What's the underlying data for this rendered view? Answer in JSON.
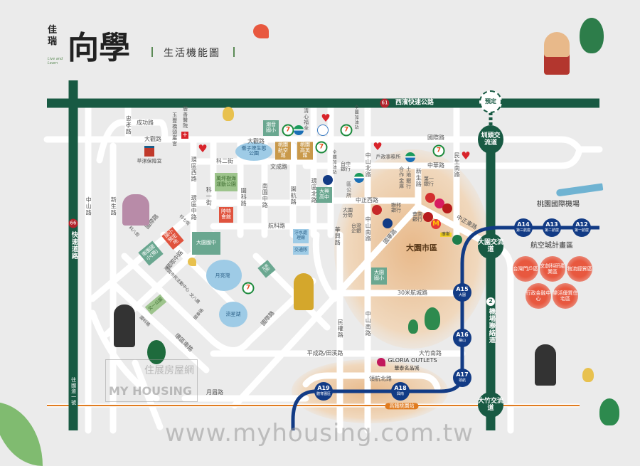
{
  "header": {
    "brand_small": "佳瑞",
    "brand_large": "向學",
    "brand_en": "Live and Learn",
    "subtitle": "生活機能圖"
  },
  "highways": {
    "west_coast": "西濱快速公路",
    "west_coast_no": "61",
    "expressway": "快速道路",
    "expressway_no": "66",
    "to_national": "往國道一號",
    "airport_link": "機場聯絡道",
    "airport_link_no": "2",
    "planned": "預定"
  },
  "interchanges": {
    "zhentou": "圳頭交流道",
    "dayuan": "大園交流道",
    "dazhu": "大竹交流道"
  },
  "mrt": [
    {
      "code": "A12",
      "name": "第一航廈"
    },
    {
      "code": "A13",
      "name": "第二航廈"
    },
    {
      "code": "A14",
      "name": "第三航廈"
    },
    {
      "code": "A15",
      "name": "大園"
    },
    {
      "code": "A16",
      "name": "橫山"
    },
    {
      "code": "A17",
      "name": "領航"
    },
    {
      "code": "A18",
      "name": "興南"
    },
    {
      "code": "A19",
      "name": "體育園區"
    }
  ],
  "hsr_station": "高鐵桃園站",
  "airport": "桃園國際機場",
  "aerotropolis": {
    "title": "航空城計畫區",
    "zones": [
      "台灣門戶區",
      "文創科研產業區",
      "物流經貿區",
      "行政金融中心",
      "樂活優質住宅區"
    ]
  },
  "district": "大園市區",
  "roads": {
    "zhongxiao": "忠孝路",
    "chenggong": "成功路",
    "daguan1": "大觀路",
    "daguan2": "大觀路",
    "huanquxi": "環區西路",
    "ke2": "科二街",
    "wencheng": "文成路",
    "ke1": "科一街",
    "yuanke": "園科路",
    "nanyuanzhong": "南園中路",
    "yuanhang": "園航路",
    "huanqubei": "環區北路",
    "huanquzhong": "環區中路",
    "hangke": "航科路",
    "zhongshan": "中山路",
    "xinsheng": "新生路",
    "guoji": "國際路",
    "ke7": "科七街",
    "ke8": "科八街",
    "guojizhong": "國際中路",
    "huanqunan": "環區南路",
    "yuemei": "月眉路",
    "pingcheng": "平成路/田溪路",
    "minquan": "民權路",
    "zhongshannan1": "中山南路",
    "zhongshannan2": "中山南路",
    "huaxing": "華興路",
    "zhongshanbei": "中山北路",
    "guoji2": "國際路",
    "zhonghua": "中華路",
    "minshengnan": "民生南路",
    "xinsheng2": "新生路",
    "zhengzhengxi": "中正西路",
    "zhengzhengdong": "中正東路",
    "guohua": "國華路",
    "hangcheng": "30米航城路",
    "dazhunan": "大竹南路",
    "linghangbei": "領航北路",
    "wenba": "文八路",
    "guoke": "國科路",
    "guotai": "國泰路"
  },
  "pois": {
    "yufeng": "玉豐橋頭巖宮",
    "jushan": "居善醫院",
    "temple": "草漯保障宮",
    "chaoyin": "潮音國小",
    "lunzipi": "崙子埤生態公園",
    "hkc": "桃園航空城",
    "gaoying": "桃園高英館",
    "qingxin": "清心福全",
    "wanping": "萬坪樹海運動公園",
    "lute": "陸特會館",
    "nanyuan_es": "南園國小(預)",
    "school_site": "國小預定地",
    "dayuan_jh": "大園國中",
    "sewage": "汙水處理廠",
    "police": "交通隊",
    "moon": "月亮灣",
    "meteor": "流星湖",
    "wengao": "文高(預)",
    "civic": "南園市民活動中心",
    "park1": "文一公園",
    "dayuan_es": "大園國小",
    "taiwan_bank": "台灣企銀",
    "police_branch": "大園分局",
    "gas1": "全國加油站",
    "gas2": "全國加油站",
    "taichung_bank": "台中銀行",
    "district_office": "區公所",
    "daxing": "大興高中",
    "household": "戶政事務所",
    "coop": "合作金庫",
    "land_bank": "土地銀行",
    "first_bank": "第一銀行",
    "union_bank": "聯邦銀行",
    "huanan": "華南銀行",
    "outlet_en": "GLORIA OUTLETS",
    "outlet_zh": "華泰名品城",
    "mos": "摩斯"
  },
  "watermark": {
    "logo_zh": "住展房屋網",
    "logo_en": "MY HOUSING",
    "url": "www.myhousing.com.tw"
  },
  "colors": {
    "highway": "#185a43",
    "mrt": "#123b85",
    "hsr": "#e07b1f",
    "background": "#ebebeb"
  }
}
